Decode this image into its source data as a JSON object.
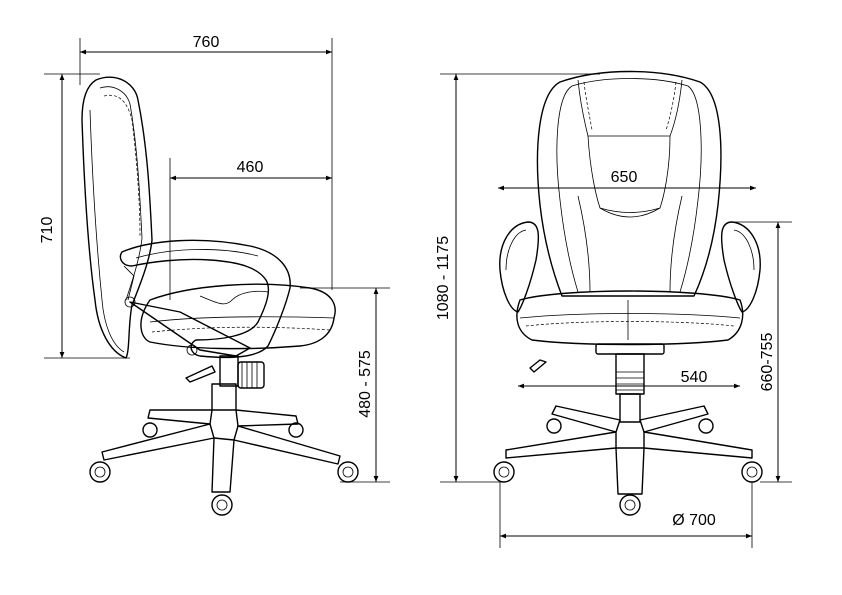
{
  "dimensions": {
    "side_depth": "760",
    "seat_depth": "460",
    "back_height": "710",
    "seat_height": "480 - 575",
    "total_height": "1080 - 1175",
    "total_width": "650",
    "seat_width": "540",
    "armrest_height": "660-755",
    "base_diameter": "Ø 700"
  },
  "colors": {
    "line": "#000000",
    "background": "#ffffff"
  }
}
